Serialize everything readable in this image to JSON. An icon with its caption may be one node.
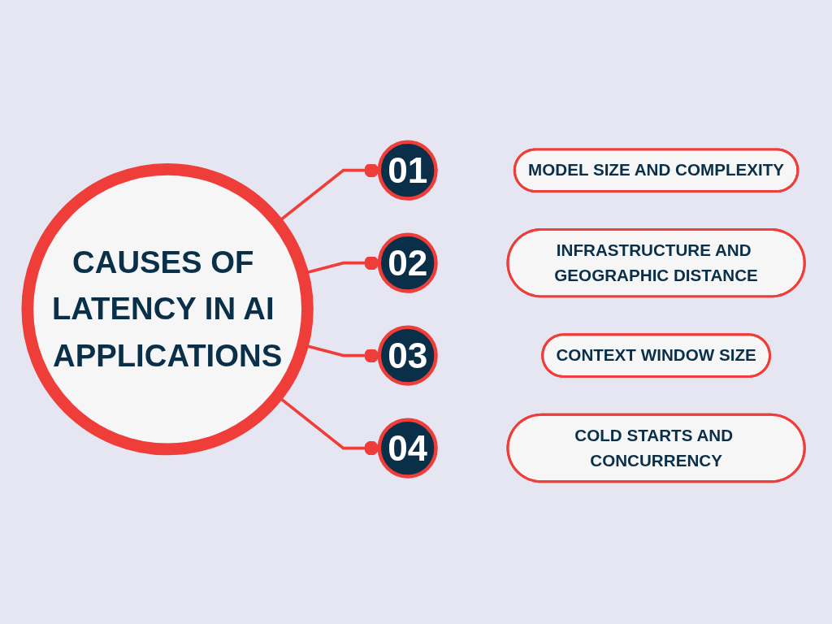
{
  "diagram": {
    "nodes": [
      {
        "text": [
          "CAUSES OF LATENCY IN AI APPLICATIONS"
        ]
      },
      {
        "text": [
          "01"
        ]
      },
      {
        "text": [
          "MODEL SIZE AND COMPLEXITY"
        ]
      },
      {
        "text": [
          "02"
        ]
      },
      {
        "text": [
          "INFRASTRUCTURE AND GEOGRAPHIC DISTANCE"
        ]
      },
      {
        "text": [
          "03"
        ]
      },
      {
        "text": [
          "CONTEXT WINDOW SIZE"
        ]
      },
      {
        "text": [
          "04"
        ]
      },
      {
        "text": [
          "COLD STARTS AND CONCURRENCY"
        ]
      }
    ],
    "edges": [
      {
        "from": 0,
        "to": 1,
        "arrow": "other"
      },
      {
        "from": 0,
        "to": 3,
        "arrow": "other"
      },
      {
        "from": 0,
        "to": 5,
        "arrow": "other"
      },
      {
        "from": 0,
        "to": 7,
        "arrow": "other"
      }
    ]
  }
}
